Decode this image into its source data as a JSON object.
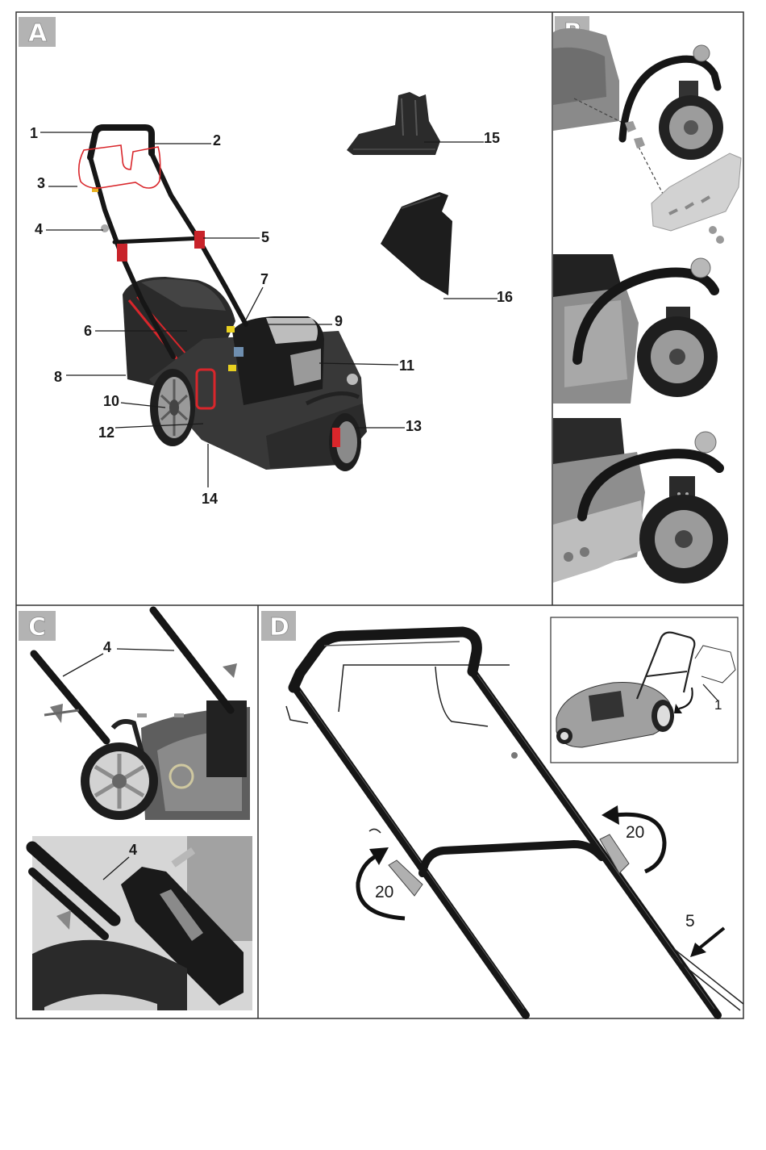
{
  "figures": {
    "A": {
      "label": "A",
      "callouts": [
        "1",
        "2",
        "3",
        "4",
        "5",
        "6",
        "7",
        "8",
        "9",
        "10",
        "11",
        "12",
        "13",
        "14",
        "15",
        "16"
      ]
    },
    "B": {
      "label": "B"
    },
    "C": {
      "label": "C",
      "callouts": [
        "4",
        "4"
      ]
    },
    "D": {
      "label": "D",
      "callouts": [
        "20",
        "20",
        "5"
      ],
      "inset_callouts": [
        "1"
      ]
    }
  },
  "colors": {
    "accent_red": "#d9262b",
    "panel_label_gray": "#b3b3b3",
    "frame": "#333333"
  }
}
